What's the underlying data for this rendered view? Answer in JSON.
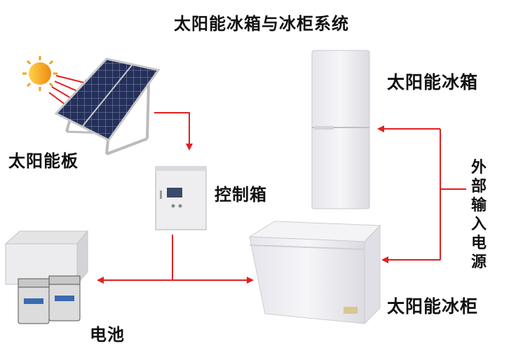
{
  "title": "太阳能冰箱与冰柜系统",
  "labels": {
    "solar_panel": "太阳能板",
    "controller": "控制箱",
    "fridge": "太阳能冰箱",
    "freezer": "太阳能冰柜",
    "battery": "电池",
    "external_power": "外部输入电源"
  },
  "colors": {
    "arrow": "#e02020",
    "sun": "#f7a21b",
    "panel_cell": "#24305a",
    "appliance": "#f1f0f4"
  }
}
